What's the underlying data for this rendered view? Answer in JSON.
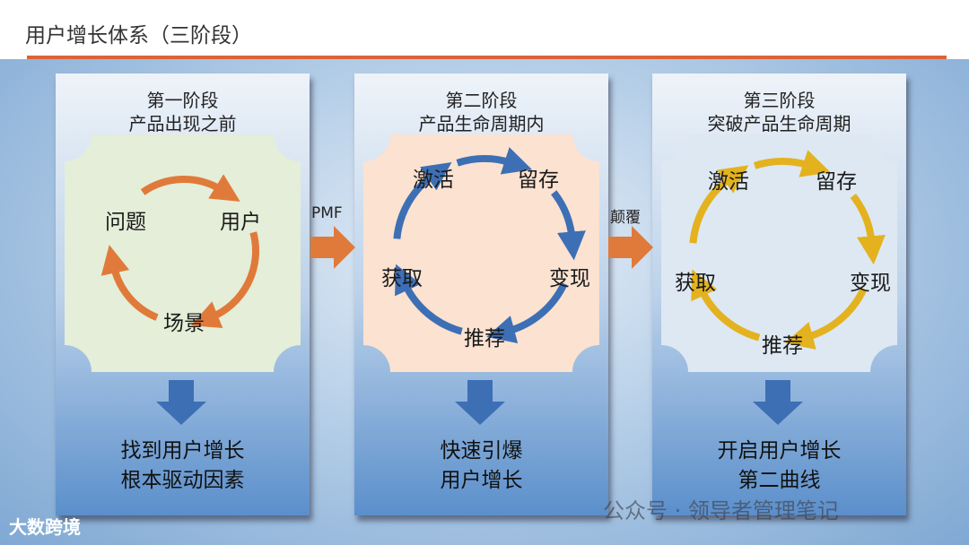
{
  "title": "用户增长体系（三阶段）",
  "colors": {
    "rule": "#d9643a",
    "stage1_arrows": "#e07a3a",
    "stage2_arrows": "#3d6fb5",
    "stage3_arrows": "#e3b21e",
    "stage1_fill": "#e4eed8",
    "stage2_fill": "#fbe2d1",
    "stage3_fill": "#dde8f3",
    "connector": "#e07a3a",
    "down_arrow": "#3d6fb5"
  },
  "connectors": [
    "PMF",
    "颠覆"
  ],
  "stages": [
    {
      "title1": "第一阶段",
      "title2": "产品出现之前",
      "labels": [
        "问题",
        "用户",
        "场景"
      ],
      "bottom1": "找到用户增长",
      "bottom2": "根本驱动因素"
    },
    {
      "title1": "第二阶段",
      "title2": "产品生命周期内",
      "labels": [
        "激活",
        "留存",
        "变现",
        "推荐",
        "获取"
      ],
      "bottom1": "快速引爆",
      "bottom2": "用户增长"
    },
    {
      "title1": "第三阶段",
      "title2": "突破产品生命周期",
      "labels": [
        "激活",
        "留存",
        "变现",
        "推荐",
        "获取"
      ],
      "bottom1": "开启用户增长",
      "bottom2": "第二曲线"
    }
  ],
  "watermark": "公众号 · 领导者管理笔记",
  "logo": "大数跨境"
}
